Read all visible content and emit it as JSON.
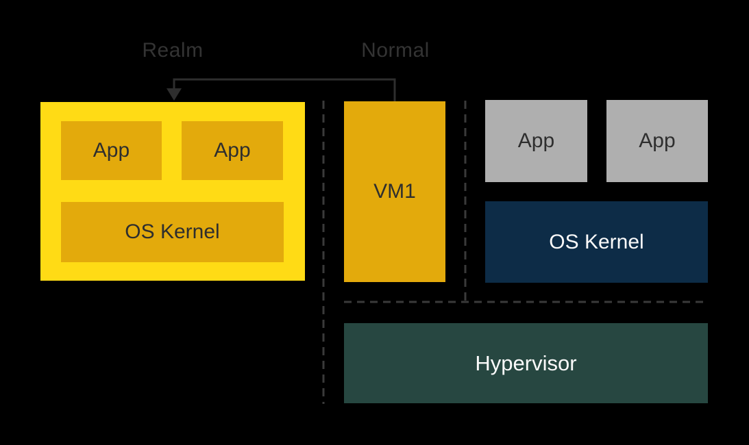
{
  "labels": {
    "realm": "Realm",
    "normal": "Normal"
  },
  "realm_world": {
    "apps": [
      "App",
      "App"
    ],
    "kernel": "OS Kernel"
  },
  "normal_world": {
    "vm": "VM1",
    "apps": [
      "App",
      "App"
    ],
    "kernel": "OS Kernel",
    "hypervisor": "Hypervisor"
  },
  "colors": {
    "background": "#000000",
    "realm_container_yellow": "#ffdb15",
    "amber_box": "#e3aa0c",
    "gray_box": "#afafaf",
    "navy_box": "#0d2c47",
    "green_box": "#274741",
    "dashed_line": "#3a3a3a",
    "arrow_line": "#2e2e2e",
    "label_text": "#333333",
    "dark_text": "#2e2e2e",
    "light_text": "#fafafa"
  }
}
